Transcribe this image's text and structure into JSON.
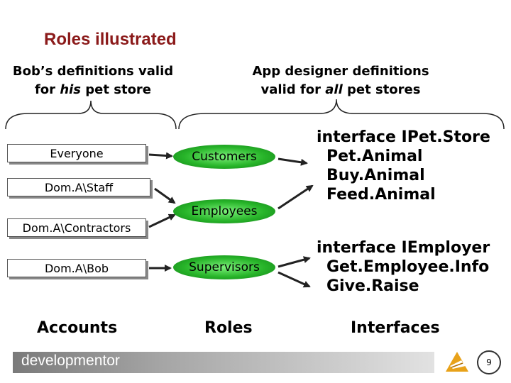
{
  "title": "Roles illustrated",
  "headers": {
    "left_line1": "Bob’s definitions valid",
    "left_line2_pre": "for ",
    "left_line2_em": "his",
    "left_line2_post": " pet store",
    "right_line1": "App designer definitions",
    "right_line2_pre": "valid for ",
    "right_line2_em": "all",
    "right_line2_post": " pet stores"
  },
  "accounts": [
    "Everyone",
    "Dom.A\\Staff",
    "Dom.A\\Contractors",
    "Dom.A\\Bob"
  ],
  "roles": [
    "Customers",
    "Employees",
    "Supervisors"
  ],
  "interfaces": [
    {
      "name": "interface IPet.Store",
      "methods": [
        "Pet.Animal",
        "Buy.Animal",
        "Feed.Animal"
      ]
    },
    {
      "name": "interface IEmployer",
      "methods": [
        "Get.Employee.Info",
        "Give.Raise"
      ]
    }
  ],
  "columns": {
    "accounts": "Accounts",
    "roles": "Roles",
    "interfaces": "Interfaces"
  },
  "footer": {
    "brand": "developmentor",
    "page": "9"
  },
  "colors": {
    "title": "#8B1A1A",
    "role_fill": "#28b52a",
    "arrow": "#222222"
  }
}
